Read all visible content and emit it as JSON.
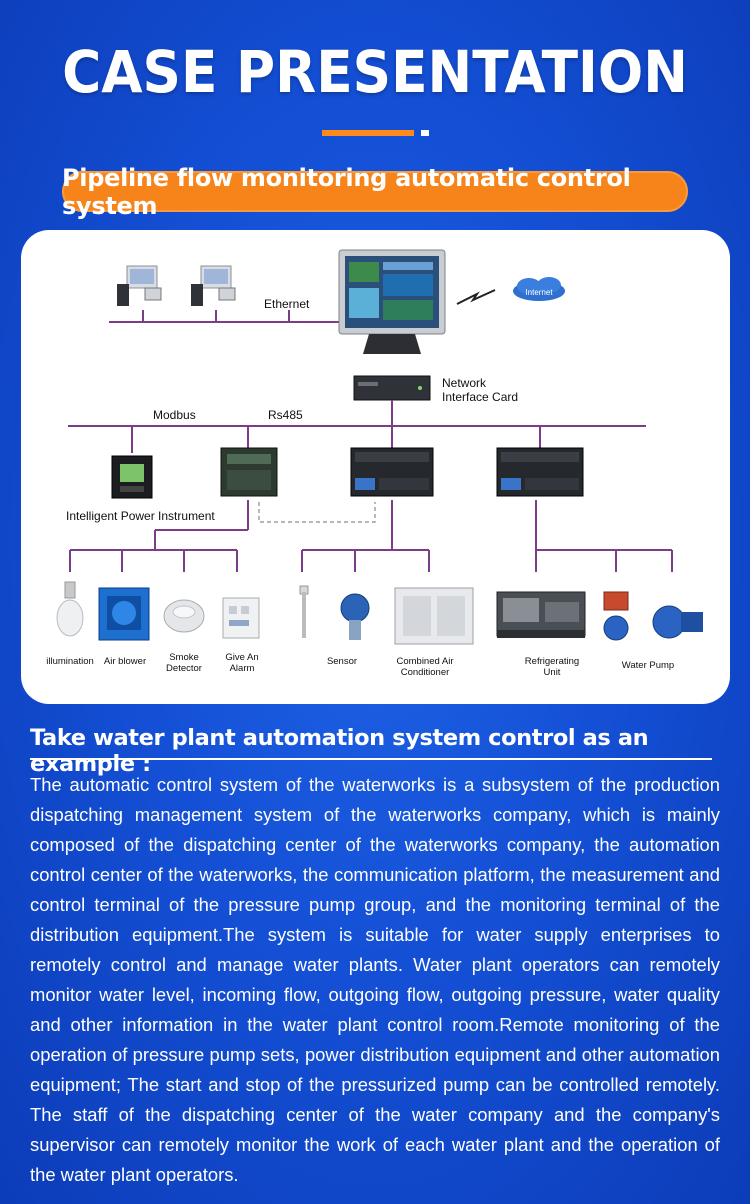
{
  "header": {
    "title": "CASE PRESENTATION",
    "subtitle": "Pipeline flow monitoring automatic control system",
    "accent_color": "#f7841a"
  },
  "diagram": {
    "ethernet": "Ethernet",
    "network_card": [
      "Network",
      "Interface Card"
    ],
    "internet": "Internet",
    "modbus": "Modbus",
    "rs485": "Rs485",
    "power_instrument": "Intelligent Power Instrument",
    "devices": {
      "illumination": "illumination",
      "air_blower": "Air blower",
      "smoke_detector": [
        "Smoke",
        "Detector"
      ],
      "alarm": [
        "Give An",
        "Alarm"
      ],
      "sensor": "Sensor",
      "air_conditioner": [
        "Combined Air",
        "Conditioner"
      ],
      "refrigerating": [
        "Refrigerating",
        "Unit"
      ],
      "water_pump": "Water Pump"
    }
  },
  "article": {
    "heading": "Take water plant automation system control as an example :",
    "body": "The automatic control system of the waterworks is a subsystem of the production dispatching management system of the waterworks company, which is mainly composed of the dispatching center of the waterworks company, the automation control center of the waterworks, the communication platform, the measurement and control terminal of the pressure pump group, and the monitoring terminal of the distribution equipment.The system is suitable for water supply enterprises to remotely control and manage water plants. Water plant operators can remotely monitor water level, incoming flow, outgoing flow, outgoing pressure, water quality and other information in the water plant control room.Remote monitoring of the operation of pressure pump sets, power distribution equipment and other automation equipment; The start and stop of the pressurized pump can be controlled remotely. The staff of the dispatching center of the water company and the company's supervisor can remotely monitor the work of each water plant and the operation of the water plant operators."
  }
}
